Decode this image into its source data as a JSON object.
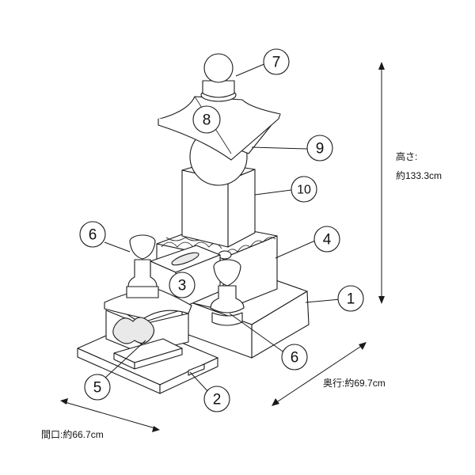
{
  "callouts": [
    {
      "id": "c1",
      "label": "1"
    },
    {
      "id": "c2",
      "label": "2"
    },
    {
      "id": "c3",
      "label": "3"
    },
    {
      "id": "c4",
      "label": "4"
    },
    {
      "id": "c5",
      "label": "5"
    },
    {
      "id": "c6a",
      "label": "6"
    },
    {
      "id": "c6b",
      "label": "6"
    },
    {
      "id": "c7",
      "label": "7"
    },
    {
      "id": "c8",
      "label": "8"
    },
    {
      "id": "c9",
      "label": "9"
    },
    {
      "id": "c10",
      "label": "10"
    }
  ],
  "dimensions": {
    "height_label": "高さ:",
    "height_value": "約133.3cm",
    "depth": "奥行:約69.7cm",
    "width": "間口:約66.7cm"
  }
}
